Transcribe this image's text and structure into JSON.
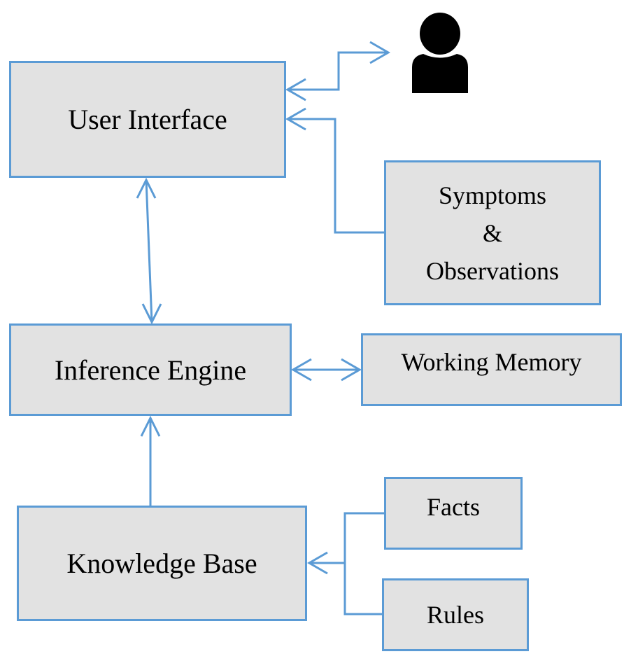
{
  "diagram": {
    "nodes": {
      "user_interface": "User Interface",
      "symptoms_observations": "Symptoms\n&\nObservations",
      "inference_engine": "Inference Engine",
      "working_memory": "Working Memory",
      "knowledge_base": "Knowledge Base",
      "facts": "Facts",
      "rules": "Rules"
    },
    "icons": {
      "user": "user-icon"
    },
    "edges": [
      {
        "from": "user_interface",
        "to": "user",
        "direction": "both"
      },
      {
        "from": "symptoms_observations",
        "to": "user_interface",
        "direction": "forward"
      },
      {
        "from": "user_interface",
        "to": "inference_engine",
        "direction": "both"
      },
      {
        "from": "inference_engine",
        "to": "working_memory",
        "direction": "both"
      },
      {
        "from": "knowledge_base",
        "to": "inference_engine",
        "direction": "forward"
      },
      {
        "from": "facts",
        "to": "knowledge_base",
        "direction": "forward"
      },
      {
        "from": "rules",
        "to": "knowledge_base",
        "direction": "forward"
      }
    ],
    "colors": {
      "stroke": "#5b9bd5",
      "box_fill": "#e2e2e2",
      "icon": "#000000"
    }
  }
}
